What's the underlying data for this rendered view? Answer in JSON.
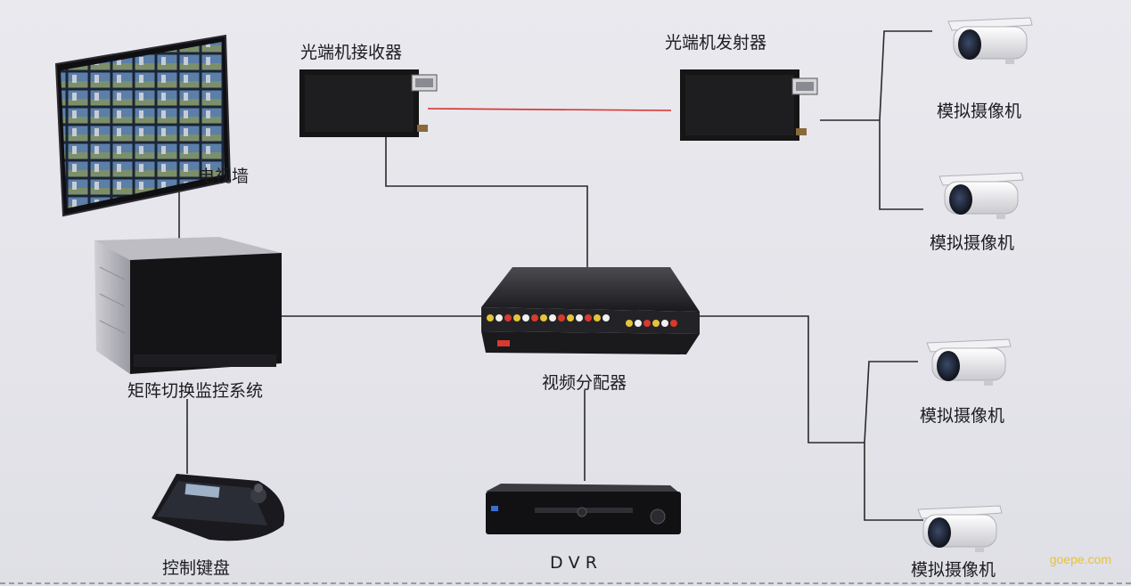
{
  "labels": {
    "tv_wall": "电视墙",
    "optical_receiver": "光端机接收器",
    "optical_transmitter": "光端机发射器",
    "camera_1": "模拟摄像机",
    "camera_2": "模拟摄像机",
    "camera_3": "模拟摄像机",
    "camera_4": "模拟摄像机",
    "matrix_system": "矩阵切换监控系统",
    "video_distributor": "视频分配器",
    "control_keyboard": "控制键盘",
    "dvr": "D V R"
  },
  "watermark": "goepe.com",
  "colors": {
    "background": "#e6e6ec",
    "connector": "#2a2a2a",
    "fiber_link": "#d9302c",
    "device_dark": "#151515",
    "watermark": "#e9c23a"
  }
}
